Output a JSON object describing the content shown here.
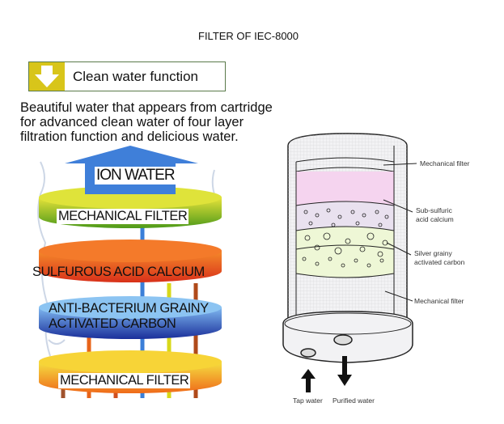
{
  "title": "FILTER OF IEC-8000",
  "function_box": {
    "icon": "down-arrow-icon",
    "label": "Clean water function"
  },
  "description": [
    "Beautiful water that appears from cartridge",
    "for advanced clean water of four layer",
    "filtration function and delicious water."
  ],
  "layer_diagram": {
    "output_label": "ION WATER",
    "layers": [
      {
        "label": "MECHANICAL FILTER",
        "color": "#7fbf1f"
      },
      {
        "label": "SULFUROUS ACID CALCIUM",
        "color": "#ee5a1a"
      },
      {
        "label_lines": [
          "ANTI-BACTERIUM GRAINY",
          "ACTIVATED CARBON"
        ],
        "color": "#2a6fd6"
      },
      {
        "label": "MECHANICAL FILTER",
        "color": "#f3901c"
      }
    ]
  },
  "cartridge": {
    "labels": [
      {
        "lines": [
          "Mechanical filter"
        ]
      },
      {
        "lines": [
          "Sub-sulfuric",
          "acid calcium"
        ]
      },
      {
        "lines": [
          "Silver grainy",
          "activated carbon"
        ]
      },
      {
        "lines": [
          "Mechanical filter"
        ]
      }
    ],
    "inlet": "Tap water",
    "outlet": "Purified water"
  }
}
